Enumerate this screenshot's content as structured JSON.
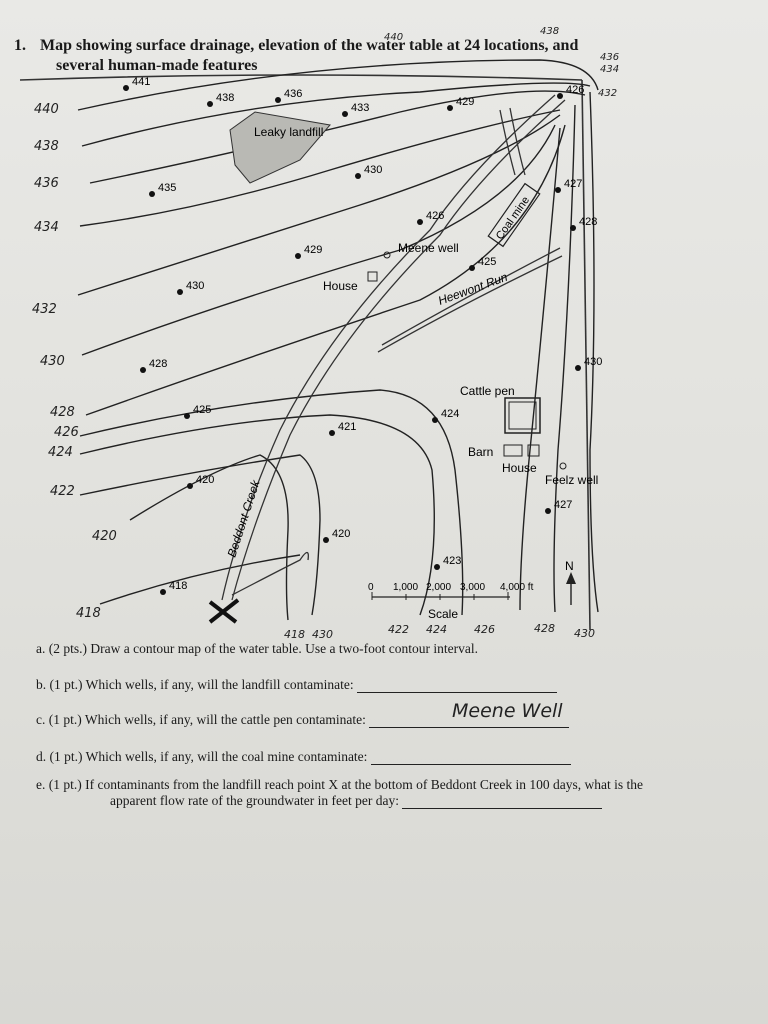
{
  "question": {
    "number": "1.",
    "title_line1": "Map showing surface drainage, elevation of the water table at 24 locations, and",
    "title_line2": "several human-made features"
  },
  "map": {
    "well_points": [
      {
        "label": "441"
      },
      {
        "label": "438"
      },
      {
        "label": "436"
      },
      {
        "label": "433"
      },
      {
        "label": "429"
      },
      {
        "label": "426"
      },
      {
        "label": "427"
      },
      {
        "label": "428"
      },
      {
        "label": "435"
      },
      {
        "label": "430"
      },
      {
        "label": "426"
      },
      {
        "label": "429"
      },
      {
        "label": "425"
      },
      {
        "label": "430"
      },
      {
        "label": "428"
      },
      {
        "label": "430"
      },
      {
        "label": "425"
      },
      {
        "label": "421"
      },
      {
        "label": "424"
      },
      {
        "label": "420"
      },
      {
        "label": "420"
      },
      {
        "label": "427"
      },
      {
        "label": "423"
      },
      {
        "label": "418"
      }
    ],
    "features": {
      "landfill": "Leaky landfill",
      "meene_well": "Meene well",
      "house1": "House",
      "coal_mine": "Coal mine",
      "stream1": "Heewont Run",
      "stream2": "Beddont Creek",
      "cattle_pen": "Cattle pen",
      "barn": "Barn",
      "house2": "House",
      "feelz_well": "Feelz well",
      "north": "N"
    },
    "scale": {
      "ticks": [
        "0",
        "1,000",
        "2,000",
        "3,000",
        "4,000 ft"
      ],
      "label": "Scale"
    },
    "handwritten_left": [
      "440",
      "438",
      "436",
      "434",
      "432",
      "430",
      "428",
      "426",
      "424",
      "422",
      "420",
      "418"
    ],
    "handwritten_top": [
      "440",
      "438",
      "436",
      "434",
      "432"
    ],
    "handwritten_bottom": [
      "418",
      "430",
      "422",
      "424",
      "426",
      "428",
      "430"
    ],
    "point_x": "X"
  },
  "questions": [
    {
      "label": "a. (2 pts.)",
      "text": "Draw a contour map of the water table.  Use a two-foot contour interval."
    },
    {
      "label": "b. (1 pt.)",
      "text": "Which wells, if any, will the landfill contaminate:"
    },
    {
      "label": "c. (1 pt.)",
      "text": "Which wells, if any, will the cattle pen contaminate:"
    },
    {
      "label": "d. (1 pt.)",
      "text": "Which wells, if any, will the coal mine contaminate:"
    },
    {
      "label": "e. (1 pt.)",
      "text": "If contaminants from the landfill reach point X at the bottom of Beddont Creek in 100 days, what is the",
      "text2": "apparent flow rate of the groundwater in feet per day:"
    }
  ],
  "answers": {
    "c": "Meene Well"
  }
}
